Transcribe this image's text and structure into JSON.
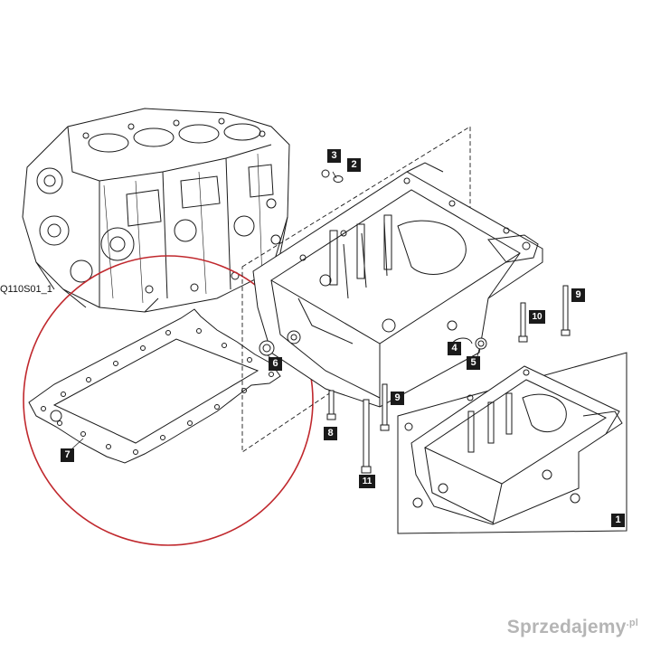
{
  "figure_code": "Q110S01_1",
  "callouts": {
    "c1": "1",
    "c2": "2",
    "c3": "3",
    "c4": "4",
    "c5": "5",
    "c6": "6",
    "c7": "7",
    "c8": "8",
    "c9a": "9",
    "c9b": "9",
    "c10": "10",
    "c11": "11"
  },
  "watermark": {
    "text": "Sprzedajemy",
    "suffix": ".pl"
  },
  "colors": {
    "line": "#1a1a1a",
    "highlight_ring": "#c0282d",
    "callout_bg": "#1a1a1a",
    "callout_text": "#ffffff"
  }
}
